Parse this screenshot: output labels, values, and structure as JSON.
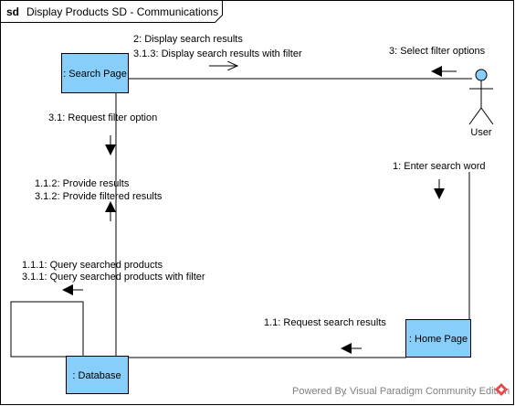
{
  "frame": {
    "keyword": "sd",
    "title": "Display Products SD - Communications"
  },
  "objects": {
    "search_page": ": Search Page",
    "database": ": Database",
    "home_page": ": Home Page",
    "user": "User"
  },
  "messages": {
    "m2": "2: Display search results",
    "m313": "3.1.3: Display search results with filter",
    "m3": "3: Select filter options",
    "m31": "3.1: Request filter option",
    "m112": "1.1.2: Provide results",
    "m312": "3.1.2: Provide filtered results",
    "m1": "1: Enter search word",
    "m111": "1.1.1: Query searched products",
    "m311": "3.1.1: Query searched products with filter",
    "m11": "1.1: Request search results"
  },
  "watermark": {
    "prefix": "Powered By",
    "suffix": "Visual Paradigm Community Edition"
  },
  "colors": {
    "object_fill": "#87CEFA",
    "actor_fill": "#87CEFA",
    "line": "#000000",
    "watermark_text": "#7f7f7f",
    "logo": "#e8484a"
  }
}
